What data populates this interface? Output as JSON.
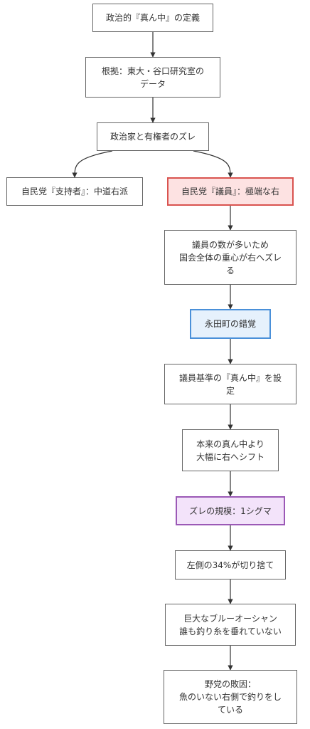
{
  "nodes": {
    "n1": {
      "label": "政治的『真ん中』の定義"
    },
    "n2": {
      "label": "根拠：東大・谷口研究室の\nデータ"
    },
    "n3": {
      "label": "政治家と有権者のズレ"
    },
    "n4": {
      "label": "自民党『支持者』：中道右派"
    },
    "n5": {
      "label": "自民党『議員』：極端な右"
    },
    "n6": {
      "label": "議員の数が多いため\n国会全体の重心が右へズレ\nる"
    },
    "n7": {
      "label": "永田町の錯覚"
    },
    "n8": {
      "label": "議員基準の『真ん中』を設\n定"
    },
    "n9": {
      "label": "本来の真ん中より\n大幅に右へシフト"
    },
    "n10": {
      "label": "ズレの規模：1シグマ"
    },
    "n11": {
      "label": "左側の34%が切り捨て"
    },
    "n12": {
      "label": "巨大なブルーオーシャン\n誰も釣り糸を垂れていない"
    },
    "n13": {
      "label": "野党の敗因：\n魚のいない右側で釣りをし\nている"
    }
  },
  "colors": {
    "edge": "#333333",
    "highlight_red": "#d9534f",
    "highlight_blue": "#4a90d9",
    "highlight_purple": "#9b59b6"
  }
}
